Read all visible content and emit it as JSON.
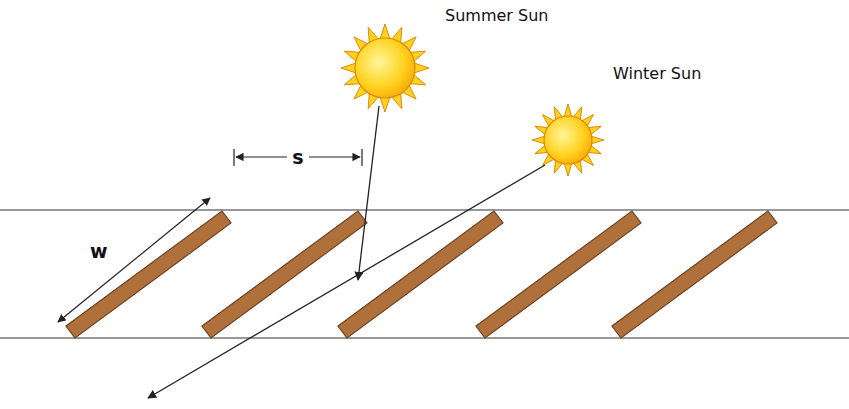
{
  "diagram": {
    "labels": [
      "Summer Sun",
      "Winter Sun",
      "w",
      "s"
    ]
  }
}
